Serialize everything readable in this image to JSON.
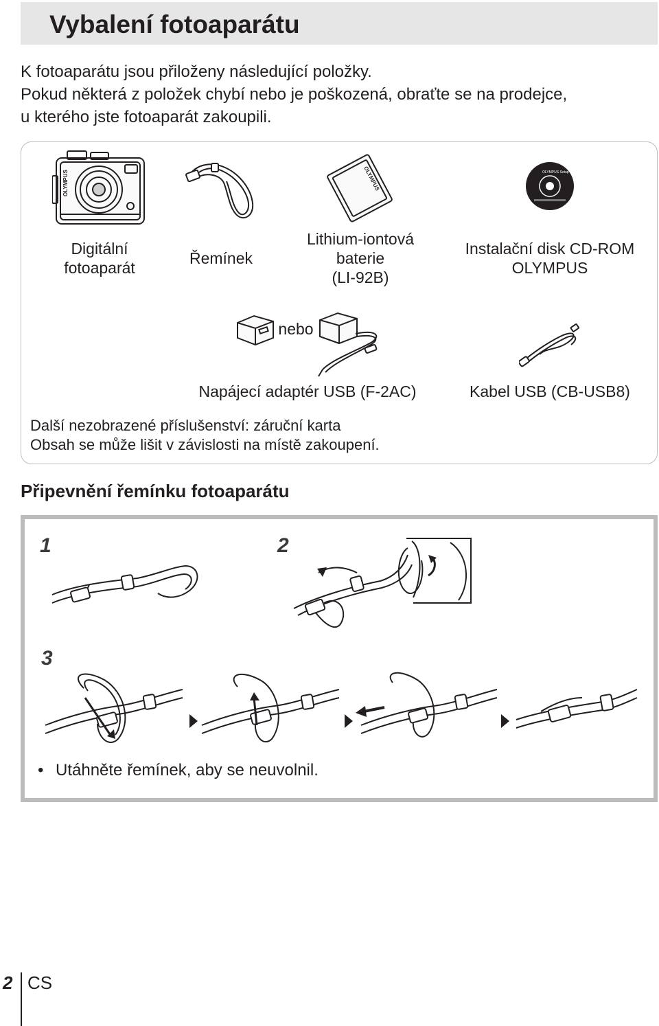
{
  "title": "Vybalení fotoaparátu",
  "intro": {
    "line1": "K fotoaparátu jsou přiloženy následující položky.",
    "line2": "Pokud některá z položek chybí nebo je poškozená, obraťte se na prodejce,",
    "line3": "u kterého jste fotoaparát zakoupili."
  },
  "contents": {
    "camera": {
      "line1": "Digitální",
      "line2": "fotoaparát",
      "brand_mark": "OLYMPUS"
    },
    "strap": {
      "label": "Řemínek"
    },
    "battery": {
      "line1": "Lithium-iontová",
      "line2": "baterie",
      "line3": "(LI-92B)",
      "brand_mark": "OLYMPUS"
    },
    "cdrom": {
      "line1": "Instalační disk CD-ROM",
      "line2": "OLYMPUS",
      "disc_text": "OLYMPUS Setup"
    },
    "or_text": "nebo",
    "adapter": {
      "label": "Napájecí adaptér USB (F-2AC)"
    },
    "usb_cable": {
      "label": "Kabel USB (CB-USB8)"
    },
    "note_line1": "Další nezobrazené příslušenství: záruční karta",
    "note_line2": "Obsah se může lišit v závislosti na místě zakoupení."
  },
  "strap_section": {
    "title": "Připevnění řemínku fotoaparátu",
    "step1": "1",
    "step2": "2",
    "step3": "3",
    "bullet_symbol": "•",
    "bullet_text": "Utáhněte řemínek, aby se neuvolnil."
  },
  "footer": {
    "page_number": "2",
    "language": "CS"
  }
}
